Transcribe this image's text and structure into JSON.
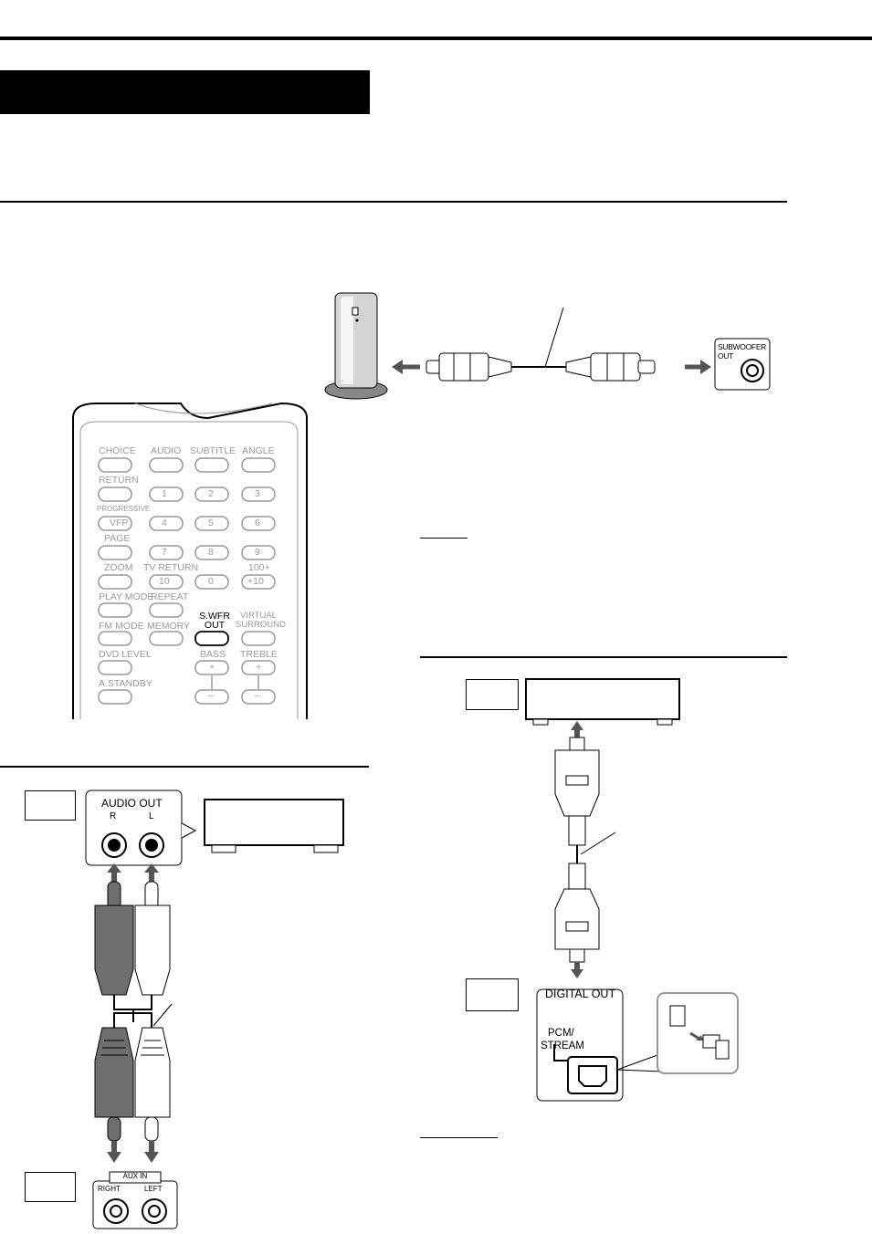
{
  "subwoofer_panel": {
    "jack_label": "SUBWOOFER OUT"
  },
  "remote": {
    "rows": [
      [
        "CHOICE",
        "AUDIO",
        "SUBTITLE",
        "ANGLE"
      ],
      [
        "RETURN",
        "1",
        "2",
        "3"
      ],
      [
        "PROGRESSIVE",
        "VFP",
        "4",
        "5",
        "6"
      ],
      [
        "PAGE",
        "7",
        "8",
        "9"
      ],
      [
        "ZOOM",
        "TV RETURN",
        "10",
        "0",
        "100+",
        "+10"
      ],
      [
        "PLAY MODE",
        "REPEAT"
      ],
      [
        "FM MODE",
        "MEMORY",
        "S.WFR OUT",
        "VIRTUAL SURROUND"
      ],
      [
        "DVD LEVEL",
        "BASS",
        "TREBLE"
      ],
      [
        "A.STANDBY"
      ]
    ],
    "highlighted_button": "S.WFR OUT"
  },
  "analog_connection": {
    "audio_out_label": "AUDIO OUT",
    "right_label": "R",
    "left_label": "L",
    "aux_in_label": "AUX IN",
    "aux_right_label": "RIGHT",
    "aux_left_label": "LEFT"
  },
  "digital_connection": {
    "digital_out_label": "DIGITAL OUT",
    "pcm_label": "PCM/",
    "stream_label": "STREAM"
  },
  "colors": {
    "ink": "#000000",
    "arrow": "#555555",
    "faint_remote": "#9a9a9a",
    "dark_plug": "#6e6e6e"
  }
}
